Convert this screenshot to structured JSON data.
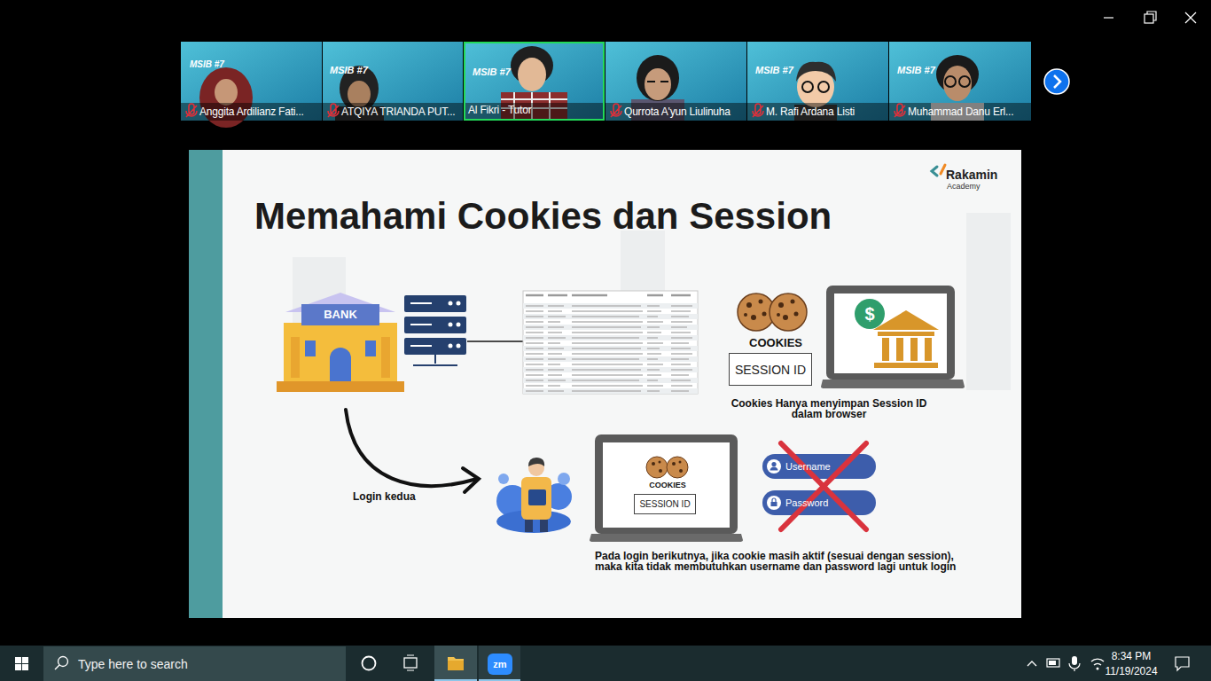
{
  "diagram": {
    "title": "Memahami Cookies dan Session",
    "nodes": [
      {
        "text": [
          "Anggita Ardilianz Fati..."
        ]
      },
      {
        "text": [
          "ATQIYA TRIANDA PUT..."
        ]
      },
      {
        "text": [
          "Al Fikri - Tutor"
        ]
      },
      {
        "text": [
          "Qurrota A'yun Liulinuha"
        ]
      },
      {
        "text": [
          "M. Rafi Ardana Listi"
        ]
      },
      {
        "text": [
          "Muhammad Danu Erl..."
        ]
      },
      {
        "text": [
          "SESSION ID"
        ]
      },
      {
        "text": [
          "SESSION ID"
        ]
      },
      {
        "text": [
          "Username"
        ]
      },
      {
        "text": [
          "Password"
        ]
      },
      {
        "text": [
          "Type here to search"
        ]
      },
      {
        "text": [
          "zm"
        ]
      }
    ],
    "labels": [
      "MSIB #7",
      "MSIB #7",
      "MSIB #7",
      "MSIB #7",
      "MSIB #7",
      "Rakamin",
      "Academy",
      "BANK",
      "COOKIES",
      "Cookies Hanya menyimpan Session ID dalam browser",
      "Login kedua",
      "COOKIES",
      "Pada login berikutnya, jika cookie masih aktif (sesuai dengan session), maka kita tidak membutuhkan username dan password lagi untuk login",
      "$",
      "8:34 PM",
      "11/19/2024"
    ]
  }
}
